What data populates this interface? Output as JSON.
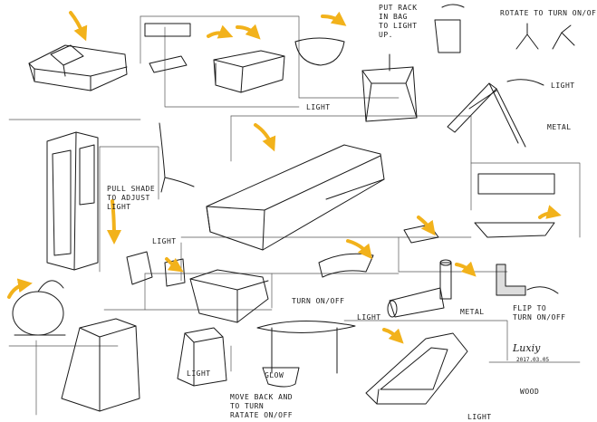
{
  "sheet": {
    "accent": "#f2b21b",
    "ink": "#1a1a1a",
    "paper": "#ffffff"
  },
  "annotations": {
    "put_rack": "PUT RACK\nIN BAG\nTO LIGHT\nUP.",
    "rotate": "ROTATE TO TURN ON/OFF",
    "light_bag": "LIGHT",
    "light_top_right": "LIGHT",
    "metal_top_right": "METAL",
    "pull_shade": "PULL SHADE\nTO ADJUST\nLIGHT",
    "light_middle_left": "LIGHT",
    "turn_on_off": "TURN ON/OFF",
    "light_bottom_center": "LIGHT",
    "metal_bottom": "METAL",
    "flip_to_turn": "FLIP TO\nTURN ON/OFF",
    "light_stool": "LIGHT",
    "glow": "GLOW",
    "move_back": "MOVE BACK AND\nTO TURN\nRATATE ON/OFF",
    "wood": "WOOD",
    "light_bottom_right": "LIGHT"
  },
  "signature": {
    "name": "Luxiy",
    "date": "2017.03.05"
  }
}
